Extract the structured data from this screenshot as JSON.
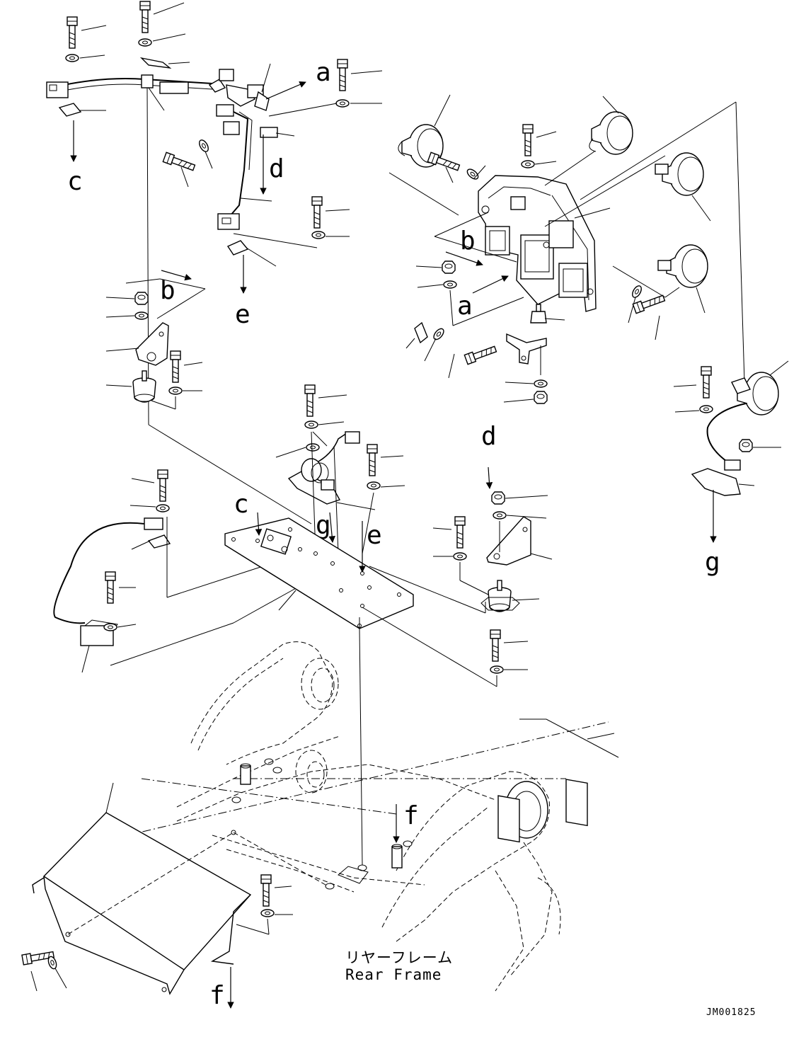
{
  "diagram": {
    "reference_letters": {
      "a1": "a",
      "a2": "a",
      "b1": "b",
      "b2": "b",
      "c1": "c",
      "c2": "c",
      "d1": "d",
      "d2": "d",
      "e1": "e",
      "e2": "e",
      "f1": "f",
      "f2": "f",
      "g1": "g",
      "g2": "g"
    },
    "caption_jp": "リヤーフレーム",
    "caption_en": "Rear Frame",
    "drawing_code": "JM001825"
  }
}
